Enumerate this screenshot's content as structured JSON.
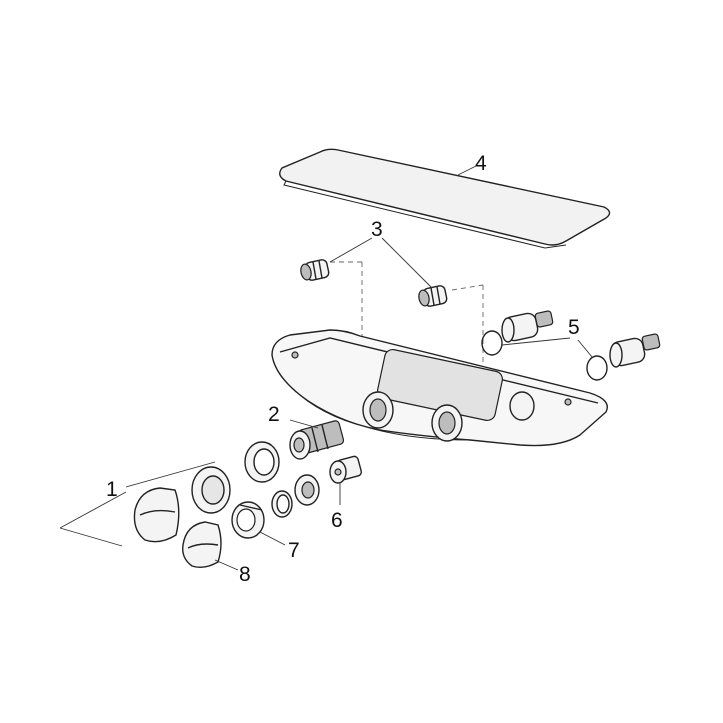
{
  "labels": {
    "p1": "1",
    "p2": "2",
    "p3": "3",
    "p4": "4",
    "p5": "5",
    "p6": "6",
    "p7": "7",
    "p8": "8"
  }
}
